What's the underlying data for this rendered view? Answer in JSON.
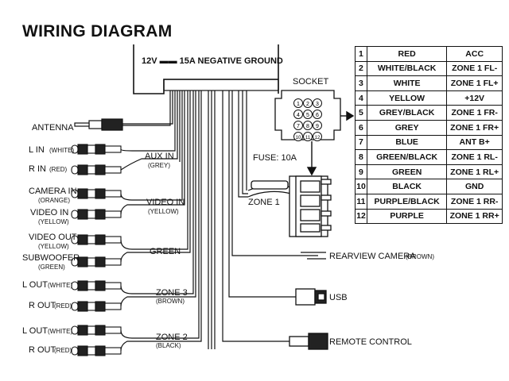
{
  "title": "WIRING DIAGRAM",
  "unit_label": "12V ▬▬ 15A NEGATIVE GROUND",
  "socket_label": "SOCKET",
  "fuse_label": "FUSE: 10A",
  "zone1_label": "ZONE 1",
  "left_labels": {
    "antenna": "ANTENNA",
    "l_in": "L IN",
    "l_in_color": "(WHITE)",
    "r_in": "R IN",
    "r_in_color": "(RED)",
    "camera_in": "CAMERA IN",
    "camera_in_color": "(ORANGE)",
    "video_in": "VIDEO IN",
    "video_in_color": "(YELLOW)",
    "video_out": "VIDEO OUT",
    "video_out_color": "(YELLOW)",
    "subwoofer": "SUBWOOFER",
    "subwoofer_color": "(GREEN)",
    "z3_l_out": "L OUT",
    "z3_l_out_color": "(WHITE)",
    "z3_r_out": "R OUT",
    "z3_r_out_color": "(RED)",
    "z2_l_out": "L OUT",
    "z2_l_out_color": "(WHITE)",
    "z2_r_out": "R OUT",
    "z2_r_out_color": "(RED)"
  },
  "groups": {
    "aux_in": "AUX IN",
    "aux_in_color": "(GREY)",
    "video_in": "VIDEO IN",
    "video_in_color": "(YELLOW)",
    "green": "GREEN",
    "zone3": "ZONE 3",
    "zone3_color": "(BROWN)",
    "zone2": "ZONE 2",
    "zone2_color": "(BLACK)"
  },
  "right_labels": {
    "rearview": "REARVIEW CAMERA",
    "rearview_color": "(BROWN)",
    "usb": "USB",
    "remote": "REMOTE CONTROL"
  },
  "socket_pins": [
    "1",
    "2",
    "3",
    "4",
    "5",
    "6",
    "7",
    "8",
    "9",
    "10",
    "11",
    "12"
  ],
  "pin_table": [
    {
      "n": "1",
      "color": "RED",
      "function": "ACC"
    },
    {
      "n": "2",
      "color": "WHITE/BLACK",
      "function": "ZONE 1 FL-"
    },
    {
      "n": "3",
      "color": "WHITE",
      "function": "ZONE 1 FL+"
    },
    {
      "n": "4",
      "color": "YELLOW",
      "function": "+12V"
    },
    {
      "n": "5",
      "color": "GREY/BLACK",
      "function": "ZONE 1 FR-"
    },
    {
      "n": "6",
      "color": "GREY",
      "function": "ZONE 1 FR+"
    },
    {
      "n": "7",
      "color": "BLUE",
      "function": "ANT B+"
    },
    {
      "n": "8",
      "color": "GREEN/BLACK",
      "function": "ZONE 1 RL-"
    },
    {
      "n": "9",
      "color": "GREEN",
      "function": "ZONE 1 RL+"
    },
    {
      "n": "10",
      "color": "BLACK",
      "function": "GND"
    },
    {
      "n": "11",
      "color": "PURPLE/BLACK",
      "function": "ZONE 1 RR-"
    },
    {
      "n": "12",
      "color": "PURPLE",
      "function": "ZONE 1 RR+"
    }
  ]
}
